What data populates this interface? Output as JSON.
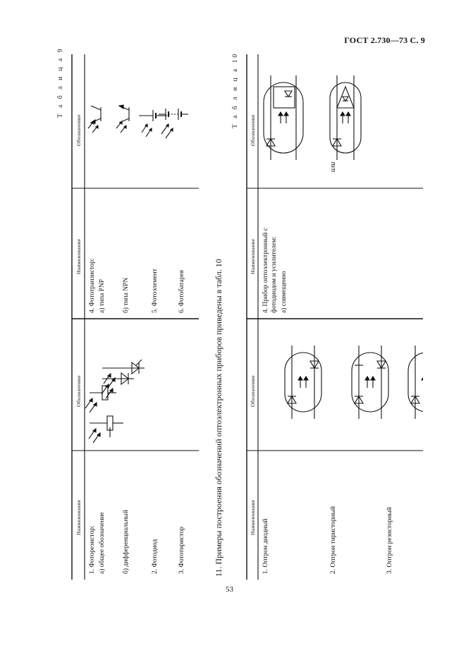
{
  "header": "ГОСТ 2.730—73 С. 9",
  "page_number": "53",
  "table9": {
    "caption": "Т а б л и ц а  9",
    "col_name": "Наименование",
    "col_symbol": "Обозначение",
    "left_rows": [
      {
        "line1": "1.  Фоторезистор:",
        "line2": "а)  общее обозначение"
      },
      {
        "line1": "б)  дифференциальный",
        "line2": ""
      },
      {
        "line1": "2.  Фотодиод",
        "line2": ""
      },
      {
        "line1": "3.  Фототиристор",
        "line2": ""
      }
    ],
    "right_rows": [
      {
        "line1": "4.  Фототранзистор:",
        "line2": "а)  типа PNP"
      },
      {
        "line1": "б)  типа NPN",
        "line2": ""
      },
      {
        "line1": "5.  Фотоэлемент",
        "line2": ""
      },
      {
        "line1": "6.  Фотобатарея",
        "line2": ""
      }
    ]
  },
  "section11": "11. Примеры построения обозначений оптоэлектронных приборов приведены в табл. 10",
  "table10": {
    "caption": "Т а б л и ц а  10",
    "col_name": "Наименование",
    "col_symbol": "Обозначение",
    "left_rows": [
      {
        "line1": "1.  Оптрон диодный"
      },
      {
        "line1": "2.  Оптрон тиристорный"
      },
      {
        "line1": "3.  Оптрон резисторный"
      }
    ],
    "right_row": {
      "line1": "4.  Прибор    оптоэлектронный    с",
      "line2": "фотодиодом и усилителем:",
      "line3": "а)  совмещенно"
    },
    "or_label": "или"
  }
}
